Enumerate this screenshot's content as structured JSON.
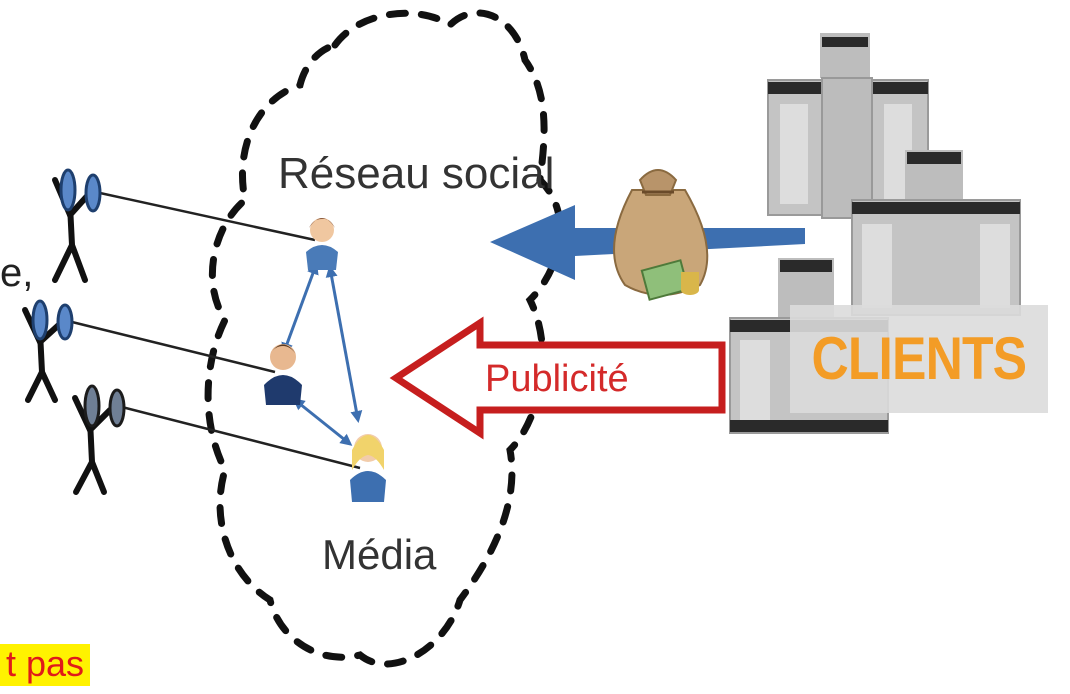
{
  "diagram": {
    "network_label": "Réseau social",
    "media_label": "Média",
    "ad_label": "Publicité",
    "clients_label": "CLIENTS",
    "left_cut_text": "e,",
    "highlight_text": "t pas"
  },
  "colors": {
    "blue_arrow": "#3d6fb0",
    "ad_arrow": "#c61e1e",
    "clients_text": "#f39c26",
    "highlight_bg": "#fff200",
    "highlight_fg": "#e01a1a"
  }
}
